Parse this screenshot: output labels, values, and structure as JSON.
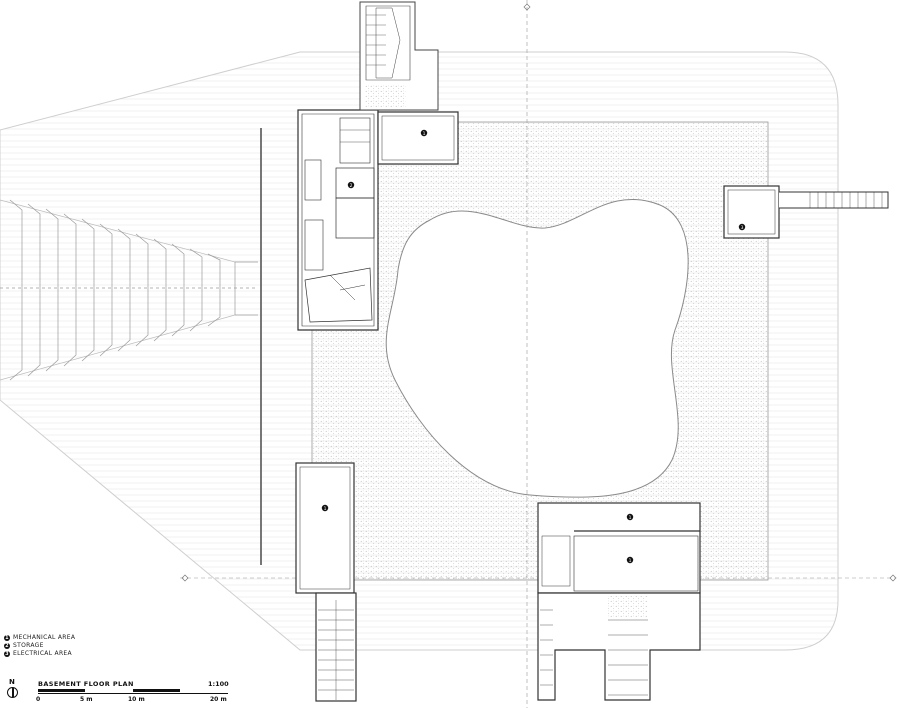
{
  "drawing": {
    "title": "BASEMENT FLOOR PLAN",
    "scale_ratio": "1:100",
    "north_label": "N",
    "line_color": "#555555",
    "hatch_color": "#bdbdbd"
  },
  "legend": [
    {
      "number": "1",
      "label": "MECHANICAL AREA"
    },
    {
      "number": "2",
      "label": "STORAGE"
    },
    {
      "number": "3",
      "label": "ELECTRICAL AREA"
    }
  ],
  "scale_bar": {
    "ticks": [
      "0",
      "5 m",
      "10 m",
      "20 m"
    ]
  },
  "room_tags": {
    "top_mechanical": "1",
    "left_storage": "2",
    "east_electrical": "3",
    "bottom_left_mechanical": "1",
    "bottom_upper_mechanical": "1",
    "bottom_lower_mechanical": "1"
  }
}
